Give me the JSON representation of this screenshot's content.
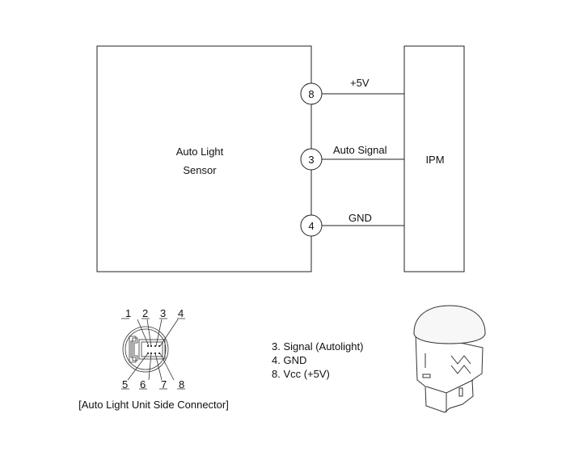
{
  "sensor_box": {
    "line1": "Auto Light",
    "line2": "Sensor"
  },
  "ipm_box": {
    "label": "IPM"
  },
  "pins": [
    {
      "number": "8",
      "signal": "+5V"
    },
    {
      "number": "3",
      "signal": "Auto Signal"
    },
    {
      "number": "4",
      "signal": "GND"
    }
  ],
  "connector": {
    "top_pins": [
      "1",
      "2",
      "3",
      "4"
    ],
    "bottom_pins": [
      "5",
      "6",
      "7",
      "8"
    ],
    "caption": "[Auto Light Unit Side Connector]"
  },
  "legend": [
    "3. Signal (Autolight)",
    "4. GND",
    "8. Vcc (+5V)"
  ]
}
